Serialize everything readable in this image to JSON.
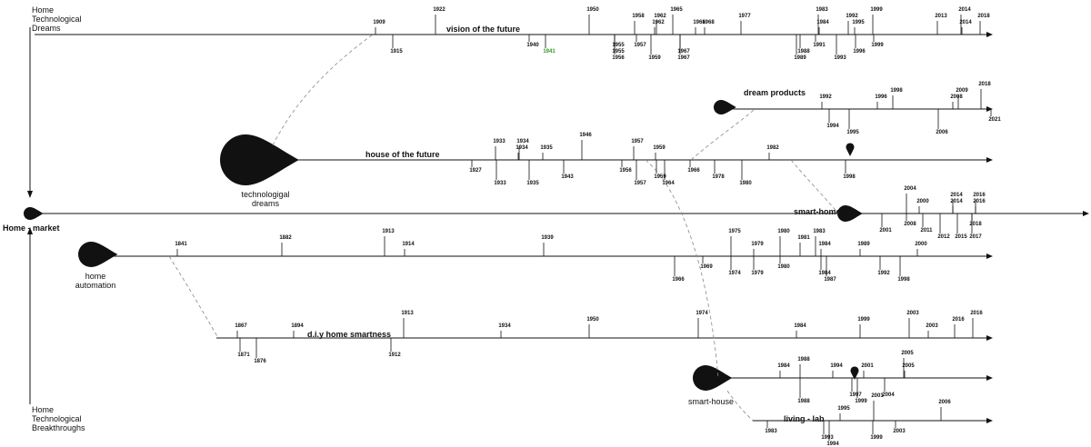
{
  "axis": {
    "top_label": "Home\nTechnological\nDreams",
    "bottom_label": "Home\nTechnological\nBreakthroughs",
    "home_market": "Home - market"
  },
  "blobs": {
    "technological_dreams": "technologigal\ndreams",
    "home_automation": "home\nautomation",
    "smart_house": "smart-house",
    "smart_home": "smart-home",
    "dream_products": "dream products"
  },
  "tracks": {
    "vision": {
      "title": "vision of the future",
      "events": [
        {
          "year": "1909",
          "side": "up"
        },
        {
          "year": "1915",
          "side": "down"
        },
        {
          "year": "1922",
          "side": "up"
        },
        {
          "year": "1940",
          "side": "down"
        },
        {
          "year": "1941",
          "side": "down",
          "highlight": true
        },
        {
          "year": "1950",
          "side": "up"
        },
        {
          "year": "1955",
          "side": "down"
        },
        {
          "year": "1955",
          "side": "down"
        },
        {
          "year": "1956",
          "side": "down"
        },
        {
          "year": "1957",
          "side": "down"
        },
        {
          "year": "1958",
          "side": "up"
        },
        {
          "year": "1959",
          "side": "down"
        },
        {
          "year": "1962",
          "side": "up"
        },
        {
          "year": "1962",
          "side": "up"
        },
        {
          "year": "1965",
          "side": "up"
        },
        {
          "year": "1966",
          "side": "up"
        },
        {
          "year": "1967",
          "side": "down"
        },
        {
          "year": "1967",
          "side": "down"
        },
        {
          "year": "1968",
          "side": "up"
        },
        {
          "year": "1977",
          "side": "up"
        },
        {
          "year": "1983",
          "side": "up"
        },
        {
          "year": "1984",
          "side": "up"
        },
        {
          "year": "1988",
          "side": "down"
        },
        {
          "year": "1989",
          "side": "down"
        },
        {
          "year": "1991",
          "side": "down"
        },
        {
          "year": "1992",
          "side": "up"
        },
        {
          "year": "1993",
          "side": "down"
        },
        {
          "year": "1995",
          "side": "up"
        },
        {
          "year": "1996",
          "side": "down"
        },
        {
          "year": "1999",
          "side": "up"
        },
        {
          "year": "1999",
          "side": "down"
        },
        {
          "year": "2013",
          "side": "up"
        },
        {
          "year": "2014",
          "side": "up"
        },
        {
          "year": "2014",
          "side": "up"
        },
        {
          "year": "2018",
          "side": "up"
        }
      ]
    },
    "dream_products": {
      "title": "dream products",
      "events": [
        {
          "year": "1992",
          "side": "up"
        },
        {
          "year": "1994",
          "side": "down"
        },
        {
          "year": "1995",
          "side": "down"
        },
        {
          "year": "1996",
          "side": "up"
        },
        {
          "year": "1998",
          "side": "up"
        },
        {
          "year": "2006",
          "side": "down"
        },
        {
          "year": "2008",
          "side": "up"
        },
        {
          "year": "2009",
          "side": "up"
        },
        {
          "year": "2018",
          "side": "up"
        },
        {
          "year": "2021",
          "side": "down"
        }
      ]
    },
    "house_future": {
      "title": "house of the future",
      "events": [
        {
          "year": "1927",
          "side": "down"
        },
        {
          "year": "1933",
          "side": "up"
        },
        {
          "year": "1933",
          "side": "down"
        },
        {
          "year": "1934",
          "side": "up"
        },
        {
          "year": "1934",
          "side": "up"
        },
        {
          "year": "1935",
          "side": "down"
        },
        {
          "year": "1935",
          "side": "up"
        },
        {
          "year": "1943",
          "side": "down"
        },
        {
          "year": "1946",
          "side": "up"
        },
        {
          "year": "1956",
          "side": "down"
        },
        {
          "year": "1957",
          "side": "up"
        },
        {
          "year": "1957",
          "side": "down"
        },
        {
          "year": "1959",
          "side": "up"
        },
        {
          "year": "1959",
          "side": "down"
        },
        {
          "year": "1964",
          "side": "down"
        },
        {
          "year": "1966",
          "side": "down"
        },
        {
          "year": "1978",
          "side": "down"
        },
        {
          "year": "1980",
          "side": "down"
        },
        {
          "year": "1982",
          "side": "up"
        },
        {
          "year": "1998",
          "side": "down"
        }
      ]
    },
    "home_automation": {
      "title": "",
      "events": [
        {
          "year": "1841",
          "side": "up"
        },
        {
          "year": "1882",
          "side": "up"
        },
        {
          "year": "1913",
          "side": "up"
        },
        {
          "year": "1914",
          "side": "up"
        },
        {
          "year": "1939",
          "side": "up"
        },
        {
          "year": "1966",
          "side": "down"
        },
        {
          "year": "1969",
          "side": "down"
        },
        {
          "year": "1974",
          "side": "down"
        },
        {
          "year": "1975",
          "side": "up"
        },
        {
          "year": "1979",
          "side": "up"
        },
        {
          "year": "1979",
          "side": "down"
        },
        {
          "year": "1980",
          "side": "up"
        },
        {
          "year": "1980",
          "side": "down"
        },
        {
          "year": "1981",
          "side": "up"
        },
        {
          "year": "1983",
          "side": "up"
        },
        {
          "year": "1984",
          "side": "up"
        },
        {
          "year": "1984",
          "side": "down"
        },
        {
          "year": "1987",
          "side": "down"
        },
        {
          "year": "1989",
          "side": "up"
        },
        {
          "year": "1992",
          "side": "down"
        },
        {
          "year": "1998",
          "side": "down"
        },
        {
          "year": "2000",
          "side": "up"
        }
      ]
    },
    "smart_home": {
      "title": "smart-home",
      "events": [
        {
          "year": "2000",
          "side": "up"
        },
        {
          "year": "2001",
          "side": "down"
        },
        {
          "year": "2004",
          "side": "up"
        },
        {
          "year": "2008",
          "side": "down"
        },
        {
          "year": "2011",
          "side": "down"
        },
        {
          "year": "2012",
          "side": "down"
        },
        {
          "year": "2014",
          "side": "up"
        },
        {
          "year": "2014",
          "side": "up"
        },
        {
          "year": "2015",
          "side": "down"
        },
        {
          "year": "2016",
          "side": "up"
        },
        {
          "year": "2016",
          "side": "up"
        },
        {
          "year": "2017",
          "side": "down"
        },
        {
          "year": "2018",
          "side": "down"
        }
      ]
    },
    "diy": {
      "title": "d.i.y home smartness",
      "events": [
        {
          "year": "1867",
          "side": "up"
        },
        {
          "year": "1871",
          "side": "down"
        },
        {
          "year": "1876",
          "side": "down"
        },
        {
          "year": "1894",
          "side": "up"
        },
        {
          "year": "1912",
          "side": "down"
        },
        {
          "year": "1913",
          "side": "up"
        },
        {
          "year": "1934",
          "side": "up"
        },
        {
          "year": "1950",
          "side": "up"
        },
        {
          "year": "1974",
          "side": "up"
        },
        {
          "year": "1984",
          "side": "up"
        },
        {
          "year": "1999",
          "side": "up"
        },
        {
          "year": "2003",
          "side": "up"
        },
        {
          "year": "2003",
          "side": "up"
        },
        {
          "year": "2016",
          "side": "up"
        },
        {
          "year": "2016",
          "side": "up"
        }
      ]
    },
    "smart_house": {
      "title": "",
      "events": [
        {
          "year": "1984",
          "side": "up"
        },
        {
          "year": "1988",
          "side": "up"
        },
        {
          "year": "1988",
          "side": "down"
        },
        {
          "year": "1994",
          "side": "up"
        },
        {
          "year": "1997",
          "side": "down"
        },
        {
          "year": "1999",
          "side": "down"
        },
        {
          "year": "2001",
          "side": "up"
        },
        {
          "year": "2004",
          "side": "down"
        },
        {
          "year": "2005",
          "side": "up"
        },
        {
          "year": "2005",
          "side": "up"
        }
      ]
    },
    "living_lab": {
      "title": "living - lab",
      "events": [
        {
          "year": "1983",
          "side": "down"
        },
        {
          "year": "1993",
          "side": "down"
        },
        {
          "year": "1994",
          "side": "down"
        },
        {
          "year": "1995",
          "side": "up"
        },
        {
          "year": "1999",
          "side": "down"
        },
        {
          "year": "2001",
          "side": "up"
        },
        {
          "year": "2003",
          "side": "down"
        },
        {
          "year": "2006",
          "side": "up"
        }
      ]
    }
  }
}
